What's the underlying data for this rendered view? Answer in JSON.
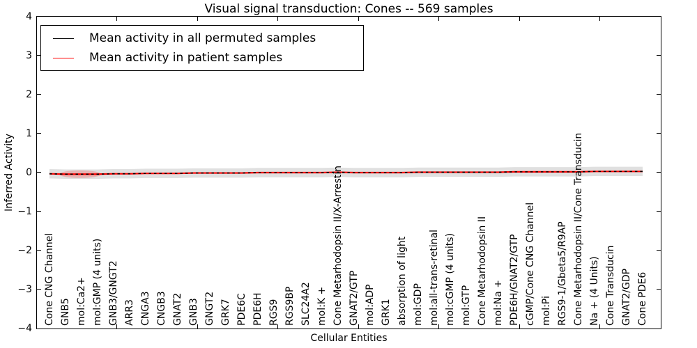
{
  "title": "Visual signal transduction: Cones -- 569 samples",
  "axes": {
    "x_label": "Cellular Entities",
    "y_label": "Inferred Activity"
  },
  "legend": {
    "items": [
      {
        "label": "Mean activity in all permuted samples",
        "color": "#000000"
      },
      {
        "label": "Mean activity in patient samples",
        "color": "#ff0000"
      }
    ]
  },
  "chart_data": {
    "type": "line",
    "title": "Visual signal transduction: Cones -- 569 samples",
    "xlabel": "Cellular Entities",
    "ylabel": "Inferred Activity",
    "ylim": [
      -4,
      4
    ],
    "yticks": [
      -4,
      -3,
      -2,
      -1,
      0,
      1,
      2,
      3,
      4
    ],
    "grid": false,
    "legend_position": "upper left",
    "categories": [
      "Cone CNG Channel",
      "GNB5",
      "mol:Ca2+",
      "mol:GMP (4 units)",
      "GNB3/GNGT2",
      "ARR3",
      "CNGA3",
      "CNGB3",
      "GNAT2",
      "GNB3",
      "GNGT2",
      "GRK7",
      "PDE6C",
      "PDE6H",
      "RGS9",
      "RGS9BP",
      "SLC24A2",
      "mol:K +",
      "Cone Metarhodopsin II/X-Arrestin",
      "GNAT2/GTP",
      "mol:ADP",
      "GRK1",
      "absorption of light",
      "mol:GDP",
      "mol:all-trans-retinal",
      "mol:cGMP (4 units)",
      "mol:GTP",
      "Cone Metarhodopsin II",
      "mol:Na +",
      "PDE6H/GNAT2/GTP",
      "cGMP/Cone CNG Channel",
      "mol:Pi",
      "RGS9-1/Gbeta5/R9AP",
      "Cone Metarhodopsin II/Cone Transducin",
      "Na + (4 Units)",
      "Cone Transducin",
      "GNAT2/GDP",
      "Cone PDE6"
    ],
    "series": [
      {
        "name": "Mean activity in all permuted samples",
        "color": "#000000",
        "style": "dashed-overlay",
        "values": [
          -0.03,
          -0.04,
          -0.04,
          -0.04,
          -0.03,
          -0.03,
          -0.02,
          -0.02,
          -0.02,
          -0.01,
          -0.01,
          -0.01,
          -0.01,
          0,
          0,
          0,
          0,
          0,
          0.01,
          0,
          0,
          0,
          0,
          0.01,
          0.01,
          0.01,
          0.01,
          0.01,
          0.01,
          0.02,
          0.02,
          0.02,
          0.02,
          0.02,
          0.03,
          0.03,
          0.03,
          0.03
        ]
      },
      {
        "name": "Mean activity in patient samples",
        "color": "#ff0000",
        "style": "solid",
        "values": [
          -0.03,
          -0.04,
          -0.04,
          -0.04,
          -0.03,
          -0.03,
          -0.02,
          -0.02,
          -0.02,
          -0.01,
          -0.01,
          -0.01,
          -0.01,
          0,
          0,
          0,
          0,
          0,
          0.01,
          0,
          0,
          0,
          0,
          0.01,
          0.01,
          0.01,
          0.01,
          0.01,
          0.01,
          0.02,
          0.02,
          0.02,
          0.02,
          0.02,
          0.03,
          0.03,
          0.03,
          0.03
        ]
      }
    ],
    "uncertainty_band": {
      "half_width": 0.12,
      "color": "#e0e0e0"
    }
  },
  "colors": {
    "axis": "#000000",
    "background": "#ffffff",
    "patient_line": "#ff0000",
    "permuted_line": "#000000",
    "band": "#e0e0e0"
  }
}
